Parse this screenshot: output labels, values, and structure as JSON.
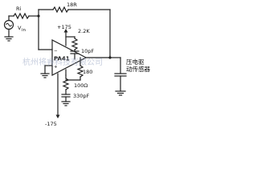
{
  "labels": {
    "ri": "Ri",
    "vin": "V",
    "vin_sub": "in",
    "rf": "18R",
    "vplus": "+175",
    "vminus": "-175",
    "r_2k2": "2.2K",
    "c_10p": "10pF",
    "opamp": "PA41",
    "r_180": "180",
    "r_100": "100Ω",
    "c_330": "330pF",
    "load_line1": "压电驱",
    "load_line2": "动传感器"
  },
  "watermark": "杭州将睿科技有限公司"
}
